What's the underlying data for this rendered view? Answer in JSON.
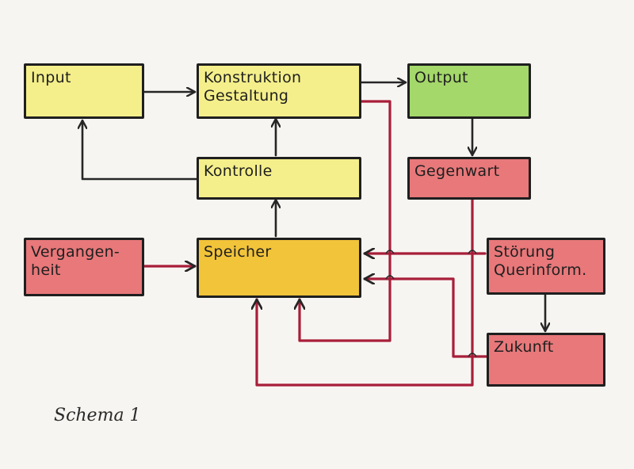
{
  "boxes": {
    "input": {
      "lines": [
        "Input"
      ],
      "fill": "#f4ef8a"
    },
    "konstruktion": {
      "lines": [
        "Konstruktion",
        "Gestaltung"
      ],
      "fill": "#f4ef8a"
    },
    "output": {
      "lines": [
        "Output"
      ],
      "fill": "#a4d86a"
    },
    "kontrolle": {
      "lines": [
        "Kontrolle"
      ],
      "fill": "#f4ef8a"
    },
    "gegenwart": {
      "lines": [
        "Gegenwart"
      ],
      "fill": "#e8787a"
    },
    "vergangenheit": {
      "lines": [
        "Vergangen-",
        "heit"
      ],
      "fill": "#e8787a"
    },
    "speicher": {
      "lines": [
        "Speicher"
      ],
      "fill": "#f2c43a"
    },
    "stoerung": {
      "lines": [
        "Störung",
        "Querinform."
      ],
      "fill": "#e8787a"
    },
    "zukunft": {
      "lines": [
        "Zukunft"
      ],
      "fill": "#e8787a"
    }
  },
  "colors": {
    "black_line": "#262626",
    "red_line": "#a81e3a"
  },
  "caption": "Schema 1"
}
